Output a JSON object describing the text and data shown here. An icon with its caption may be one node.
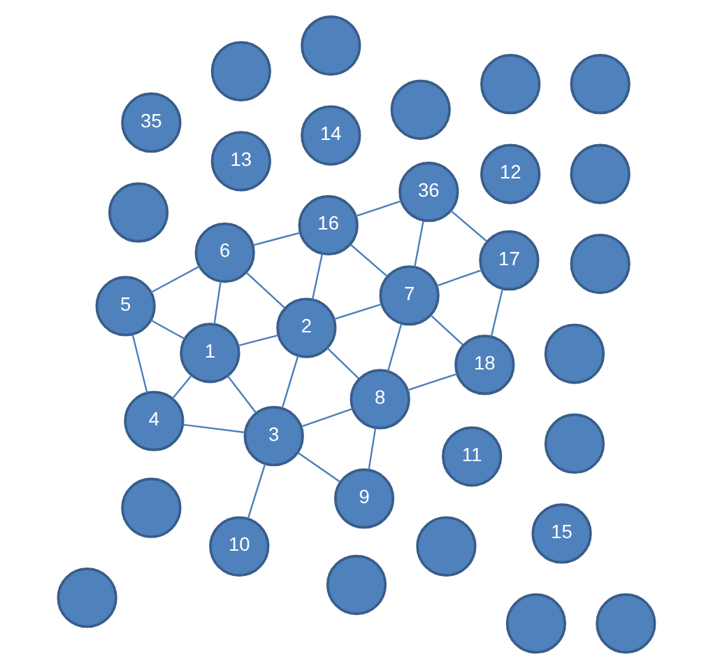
{
  "diagram": {
    "nodes": [
      {
        "text": [
          "1"
        ]
      },
      {
        "text": [
          "2"
        ]
      },
      {
        "text": [
          "3"
        ]
      },
      {
        "text": [
          "4"
        ]
      },
      {
        "text": [
          "5"
        ]
      },
      {
        "text": [
          "6"
        ]
      },
      {
        "text": [
          "7"
        ]
      },
      {
        "text": [
          "8"
        ]
      },
      {
        "text": [
          "9"
        ]
      },
      {
        "text": [
          "10"
        ]
      },
      {
        "text": [
          "11"
        ]
      },
      {
        "text": [
          "12"
        ]
      },
      {
        "text": [
          "13"
        ]
      },
      {
        "text": [
          "14"
        ]
      },
      {
        "text": [
          "15"
        ]
      },
      {
        "text": [
          "16"
        ]
      },
      {
        "text": [
          "17"
        ]
      },
      {
        "text": [
          "18"
        ]
      },
      {
        "text": [
          "35"
        ]
      },
      {
        "text": [
          "36"
        ]
      },
      {
        "text": [],
        "shape": "circle"
      },
      {
        "text": [],
        "shape": "circle"
      },
      {
        "text": [],
        "shape": "circle"
      },
      {
        "text": [],
        "shape": "circle"
      },
      {
        "text": [],
        "shape": "circle"
      },
      {
        "text": [],
        "shape": "circle"
      },
      {
        "text": [],
        "shape": "circle"
      },
      {
        "text": [],
        "shape": "circle"
      },
      {
        "text": [],
        "shape": "circle"
      },
      {
        "text": [],
        "shape": "circle"
      },
      {
        "text": [],
        "shape": "circle"
      },
      {
        "text": [],
        "shape": "circle"
      },
      {
        "text": [],
        "shape": "circle"
      },
      {
        "text": [],
        "shape": "circle"
      },
      {
        "text": [],
        "shape": "circle"
      },
      {
        "text": [],
        "shape": "circle"
      }
    ],
    "edges": [
      {
        "from": 4,
        "to": 5,
        "arrow": "none"
      },
      {
        "from": 4,
        "to": 0,
        "arrow": "none"
      },
      {
        "from": 4,
        "to": 3,
        "arrow": "none"
      },
      {
        "from": 5,
        "to": 0,
        "arrow": "none"
      },
      {
        "from": 5,
        "to": 1,
        "arrow": "none"
      },
      {
        "from": 5,
        "to": 15,
        "arrow": "none"
      },
      {
        "from": 0,
        "to": 3,
        "arrow": "none"
      },
      {
        "from": 0,
        "to": 1,
        "arrow": "none"
      },
      {
        "from": 0,
        "to": 2,
        "arrow": "none"
      },
      {
        "from": 3,
        "to": 2,
        "arrow": "none"
      },
      {
        "from": 15,
        "to": 1,
        "arrow": "none"
      },
      {
        "from": 15,
        "to": 19,
        "arrow": "none"
      },
      {
        "from": 15,
        "to": 6,
        "arrow": "none"
      },
      {
        "from": 1,
        "to": 6,
        "arrow": "none"
      },
      {
        "from": 1,
        "to": 2,
        "arrow": "none"
      },
      {
        "from": 1,
        "to": 7,
        "arrow": "none"
      },
      {
        "from": 2,
        "to": 9,
        "arrow": "none"
      },
      {
        "from": 2,
        "to": 7,
        "arrow": "none"
      },
      {
        "from": 2,
        "to": 8,
        "arrow": "none"
      },
      {
        "from": 19,
        "to": 6,
        "arrow": "none"
      },
      {
        "from": 19,
        "to": 16,
        "arrow": "none"
      },
      {
        "from": 6,
        "to": 16,
        "arrow": "none"
      },
      {
        "from": 6,
        "to": 7,
        "arrow": "none"
      },
      {
        "from": 6,
        "to": 17,
        "arrow": "none"
      },
      {
        "from": 7,
        "to": 8,
        "arrow": "none"
      },
      {
        "from": 7,
        "to": 17,
        "arrow": "none"
      },
      {
        "from": 16,
        "to": 17,
        "arrow": "none"
      }
    ]
  }
}
